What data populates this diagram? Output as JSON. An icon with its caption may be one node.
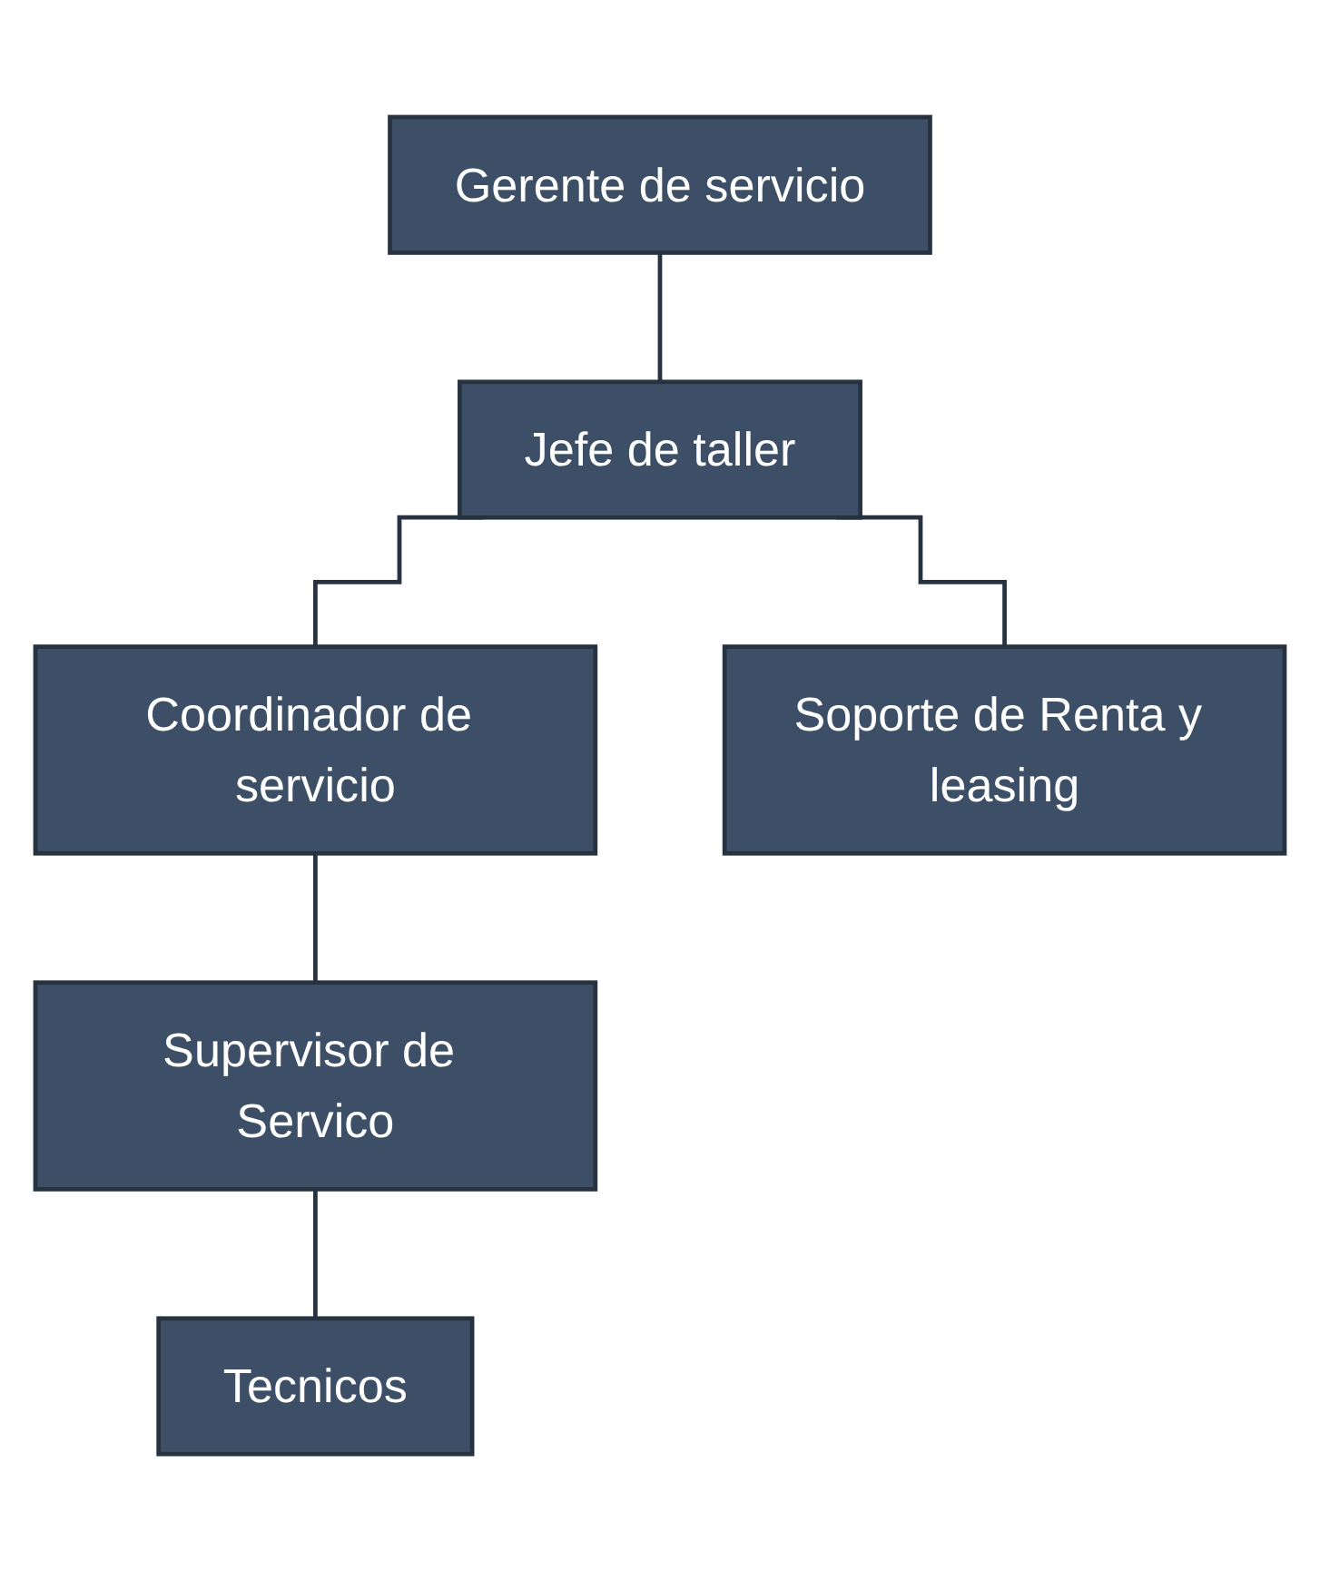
{
  "diagram": {
    "nodes": [
      {
        "text": [
          "Gerente de servicio"
        ]
      },
      {
        "text": [
          "Jefe de taller"
        ]
      },
      {
        "text": [
          "Coordinador de servicio"
        ]
      },
      {
        "text": [
          "Soporte de Renta y leasing"
        ]
      },
      {
        "text": [
          "Supervisor de Servico"
        ]
      },
      {
        "text": [
          "Tecnicos"
        ]
      }
    ],
    "edges": [
      {
        "from": 0,
        "to": 1,
        "arrow": "none"
      },
      {
        "from": 1,
        "to": 2,
        "arrow": "none"
      },
      {
        "from": 1,
        "to": 3,
        "arrow": "none"
      },
      {
        "from": 2,
        "to": 4,
        "arrow": "none"
      },
      {
        "from": 4,
        "to": 5,
        "arrow": "none"
      }
    ]
  }
}
